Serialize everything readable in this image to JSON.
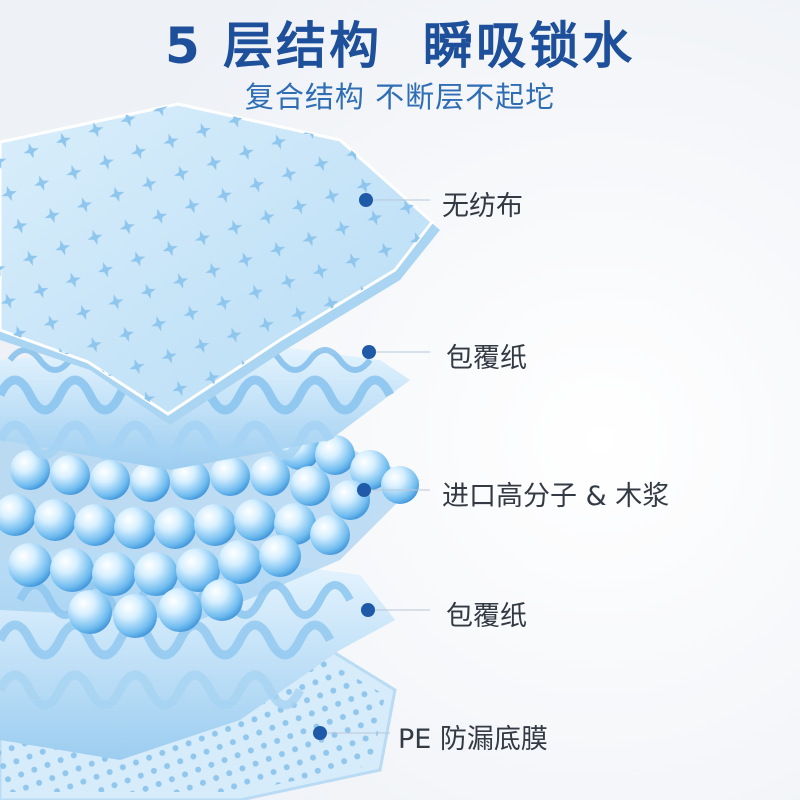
{
  "header": {
    "title": "5 层结构  瞬吸锁水",
    "subtitle": "复合结构 不断层不起坨"
  },
  "layers": [
    {
      "label": "无纺布"
    },
    {
      "label": "包覆纸"
    },
    {
      "label": "进口高分子 & 木浆"
    },
    {
      "label": "包覆纸"
    },
    {
      "label": "PE 防漏底膜"
    }
  ],
  "colors": {
    "title": "#1d4f9a",
    "subtitle": "#2f6db5",
    "dot": "#1e5aa8",
    "label": "#333a44",
    "material": "#bfe1f7"
  }
}
